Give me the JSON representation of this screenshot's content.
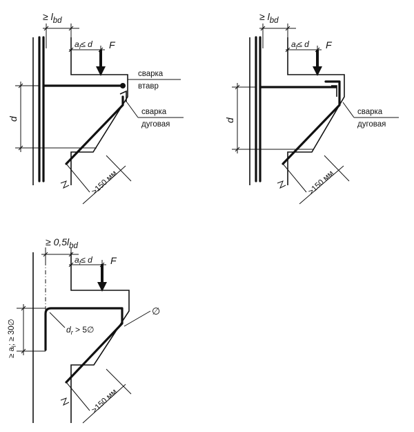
{
  "diagrams": [
    {
      "id": "welded-tee",
      "anchorage_label": "≥ l",
      "anchorage_sub": "bd",
      "spacing_label": "a",
      "spacing_sub": "f",
      "spacing_suffix": "≤ d",
      "force_label": "F",
      "depth_label": "d",
      "weld1_line1": "сварка",
      "weld1_line2": "втавр",
      "weld2_line1": "сварка",
      "weld2_line2": "дуговая",
      "min_dim_label": ">150 мм"
    },
    {
      "id": "welded-arc",
      "anchorage_label": "≥ l",
      "anchorage_sub": "bd",
      "spacing_label": "a",
      "spacing_sub": "f",
      "spacing_suffix": "≤ d",
      "force_label": "F",
      "depth_label": "d",
      "weld_line1": "сварка",
      "weld_line2": "дуговая",
      "min_dim_label": ">150 мм"
    },
    {
      "id": "bent-bar",
      "anchorage_label": "≥ 0,5l",
      "anchorage_sub": "bd",
      "spacing_label": "a",
      "spacing_sub": "f",
      "spacing_suffix": "≤ d",
      "force_label": "F",
      "lap_label": "≥ a",
      "lap_sub": "l",
      "lap_suffix": "; ≥ 30∅",
      "bend_label": "d",
      "bend_sub": "r",
      "bend_suffix": " > 5∅",
      "diameter_label": "∅",
      "min_dim_label": ">150 мм"
    }
  ]
}
